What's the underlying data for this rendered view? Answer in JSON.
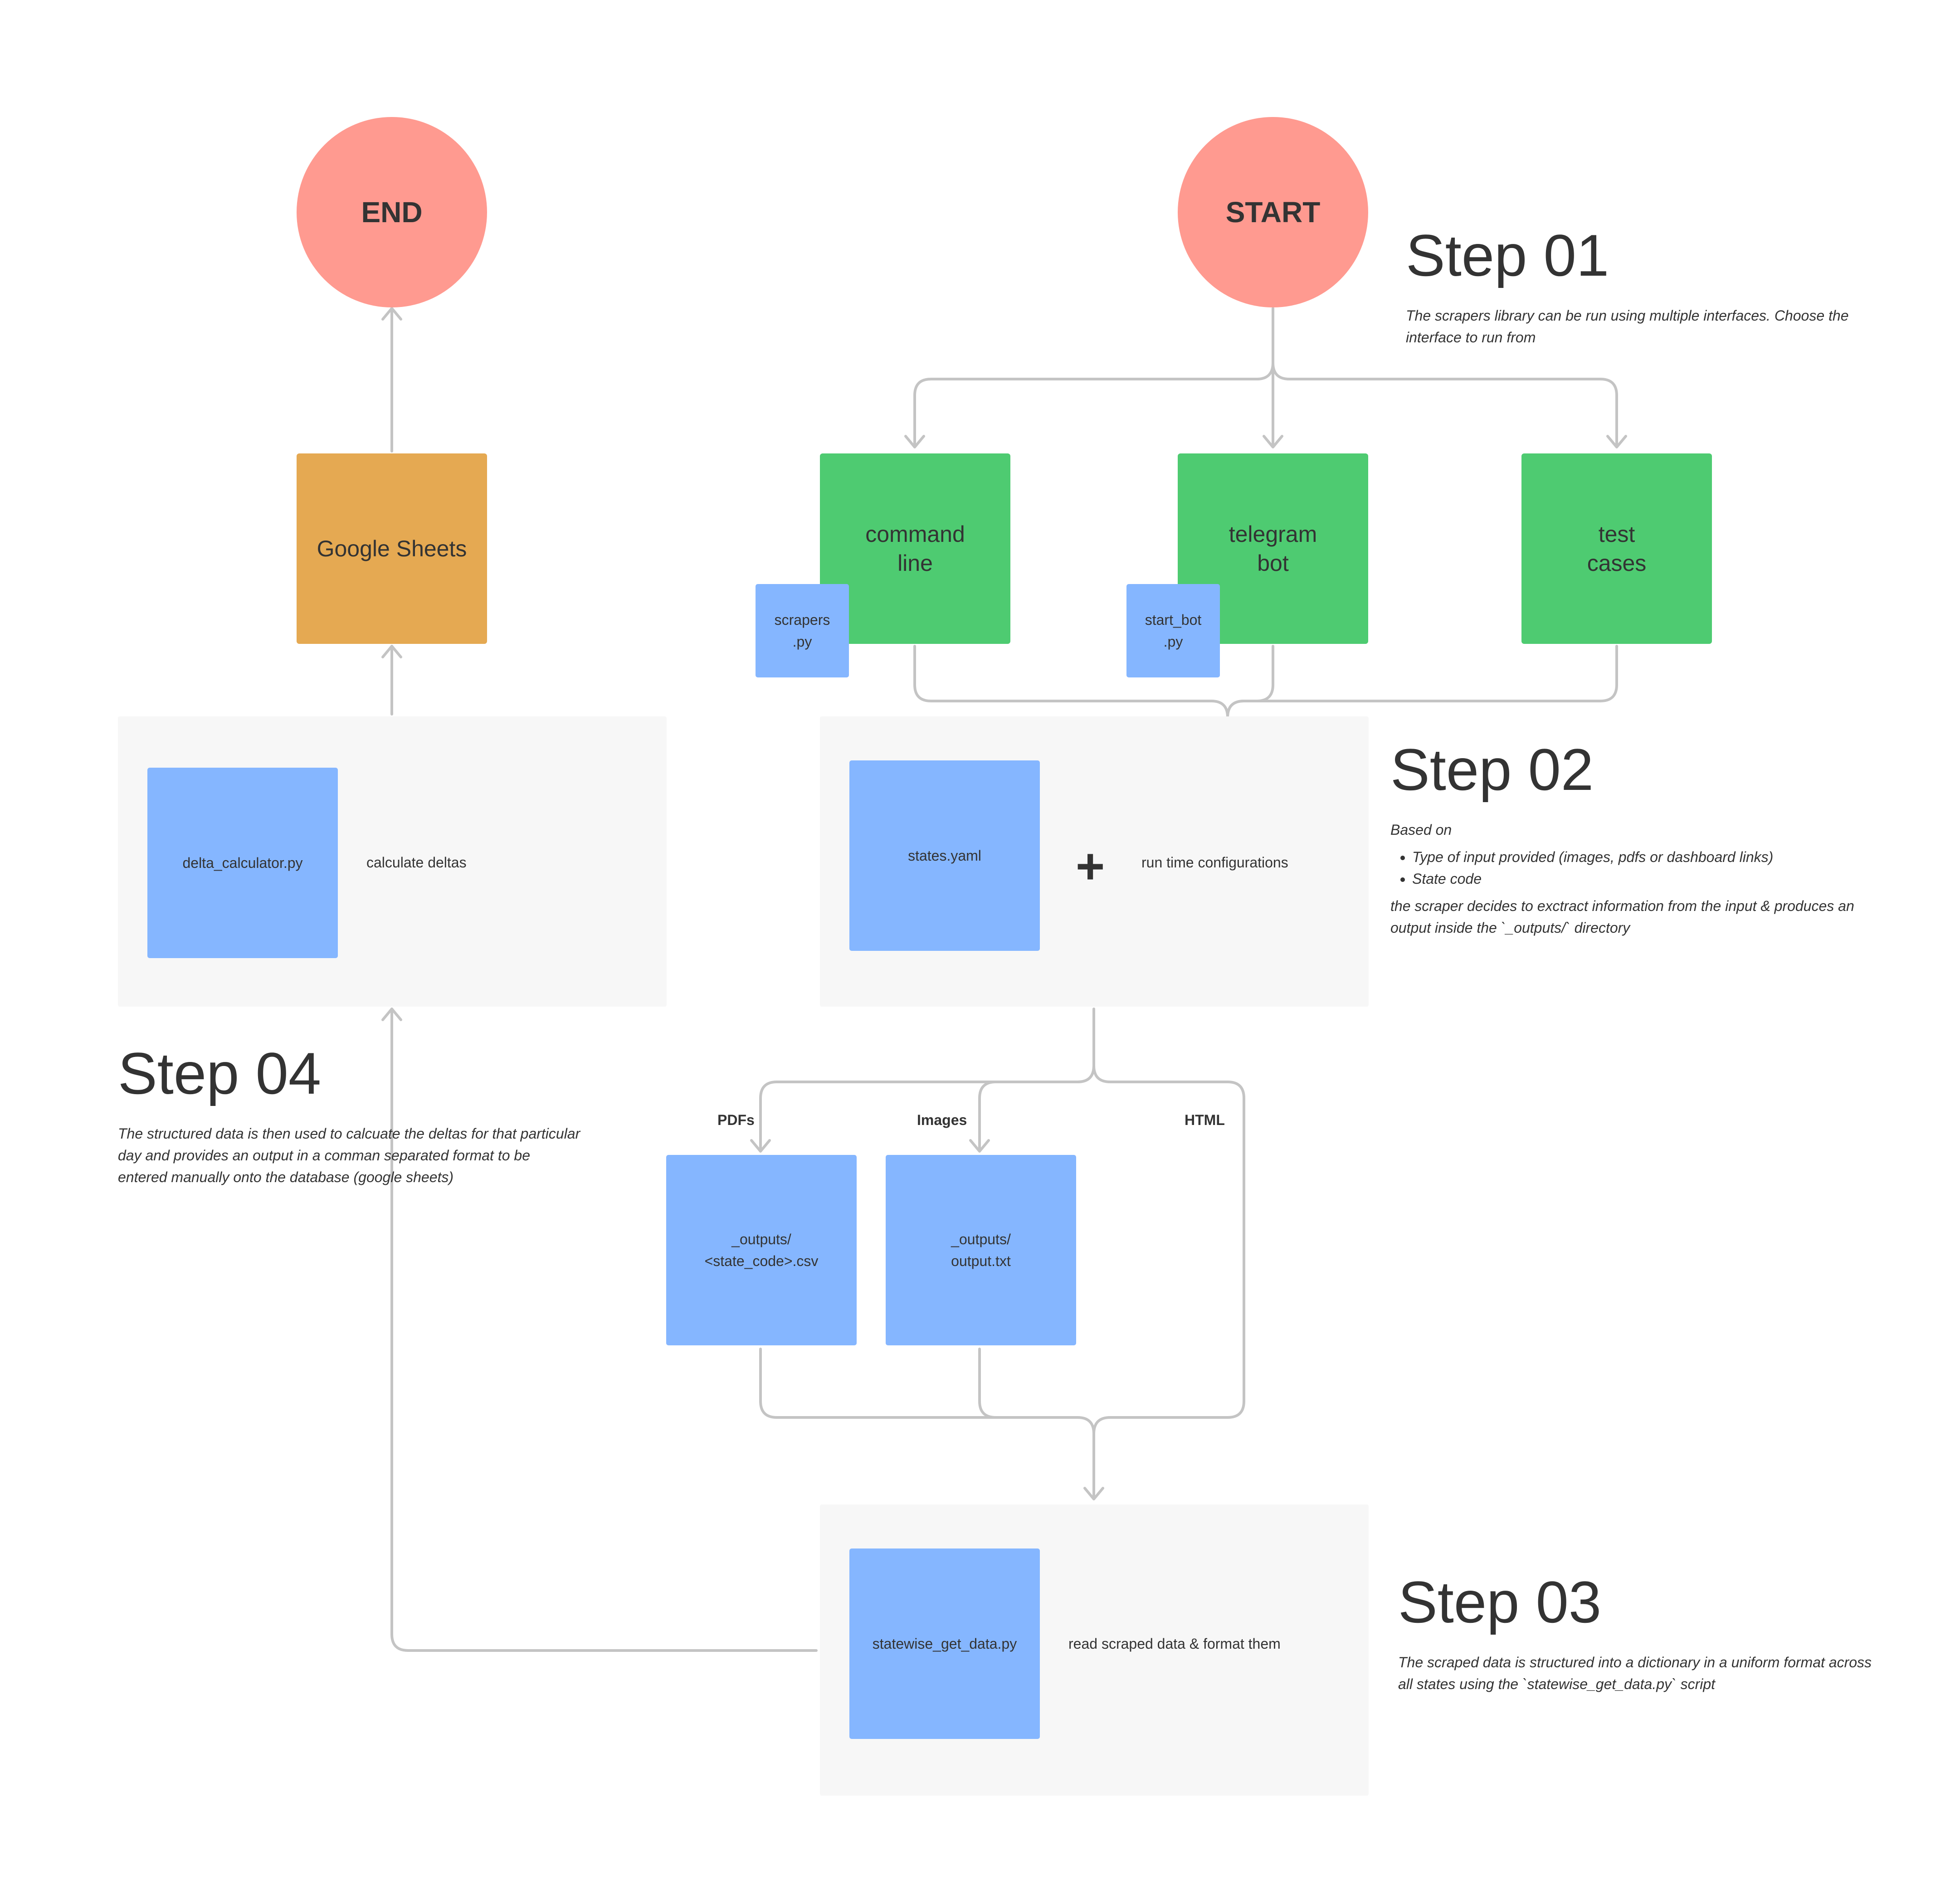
{
  "terminals": {
    "start": "START",
    "end": "END"
  },
  "interfaces": {
    "command_line": "command\nline",
    "telegram_bot": "telegram\nbot",
    "test_cases": "test\ncases",
    "scrapers_py": "scrapers\n.py",
    "start_bot_py": "start_bot\n.py"
  },
  "google_sheets": "Google Sheets",
  "step01": {
    "title": "Step 01",
    "description": "The scrapers library can be run using multiple interfaces. Choose the interface to run from"
  },
  "step02": {
    "title": "Step 02",
    "file": "states.yaml",
    "plus": "+",
    "label": "run time configurations",
    "based_on": "Based on",
    "bullets": [
      "Type of input provided (images, pdfs or dashboard links)",
      "State code"
    ],
    "conclusion": "the scraper decides to exctract information from the input & produces an output inside the `_outputs/` directory"
  },
  "outputs": {
    "pdfs_label": "PDFs",
    "images_label": "Images",
    "html_label": "HTML",
    "csv_file": "_outputs/\n<state_code>.csv",
    "txt_file": "_outputs/\noutput.txt"
  },
  "step03": {
    "title": "Step 03",
    "file": "statewise_get_data.py",
    "label": "read scraped data & format them",
    "description": "The scraped data is structured into a dictionary in a uniform format across all states using the `statewise_get_data.py` script"
  },
  "step04": {
    "title": "Step 04",
    "file": "delta_calculator.py",
    "label": "calculate deltas",
    "description": "The structured data is then used to calcuate the deltas for that particular day and provides an output in a comman separated format to be entered manually onto the database (google sheets)"
  },
  "colors": {
    "terminal": "#ff9a90",
    "interface": "#4ecb71",
    "file": "#85b6ff",
    "sheets": "#e5a952",
    "panel": "#f7f7f7",
    "connector": "#c4c4c4"
  }
}
